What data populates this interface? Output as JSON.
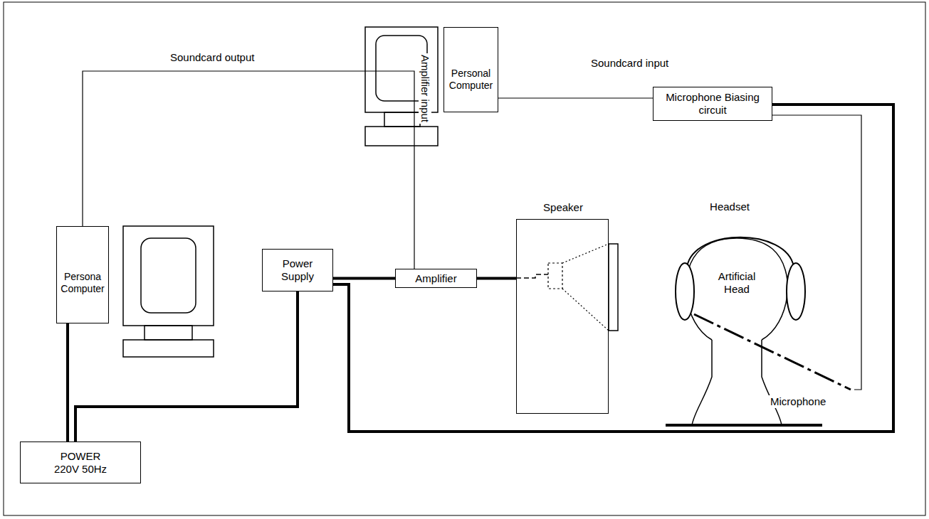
{
  "diagram": {
    "nodes": [
      {
        "text": [
          "Personal Computer"
        ]
      },
      {
        "text": [
          "Microphone Biasing circuit"
        ]
      },
      {
        "text": [
          "Persona Computer"
        ]
      },
      {
        "text": [
          "Power Supply"
        ]
      },
      {
        "text": [
          "Amplifier"
        ]
      },
      {
        "text": [
          "Speaker"
        ]
      },
      {
        "text": [
          "Headset",
          "Artificial Head"
        ]
      },
      {
        "text": [
          "POWER 220V 50Hz"
        ]
      }
    ],
    "edges": [
      {
        "from": 0,
        "to": 1,
        "arrow": "none",
        "label": "Soundcard input"
      },
      {
        "from": 2,
        "to": 4,
        "arrow": "none",
        "label": "Soundcard output"
      },
      {
        "from": 7,
        "to": 2,
        "arrow": "none"
      },
      {
        "from": 7,
        "to": 3,
        "arrow": "none"
      },
      {
        "from": 3,
        "to": 4,
        "arrow": "none"
      },
      {
        "from": 4,
        "to": 5,
        "arrow": "none"
      },
      {
        "from": 3,
        "to": 1,
        "arrow": "none"
      },
      {
        "from": 1,
        "to": 6,
        "arrow": "none"
      }
    ],
    "labels": [
      "Amplifier input",
      "Microphone"
    ]
  }
}
